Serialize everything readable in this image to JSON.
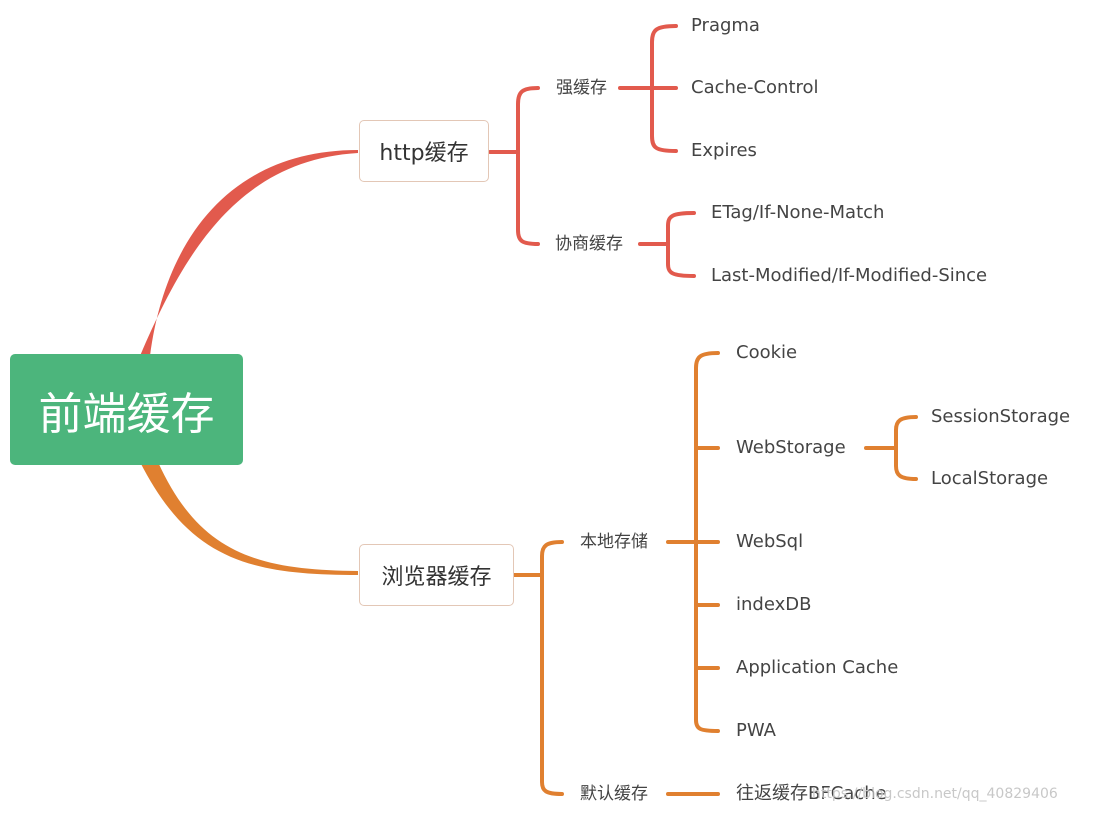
{
  "root": {
    "label": "前端缓存"
  },
  "colors": {
    "root": "#4cb57c",
    "http_branch": "#e25a4d",
    "browser_branch": "#e08030"
  },
  "http": {
    "label": "http缓存",
    "strong": {
      "label": "强缓存",
      "children": [
        "Pragma",
        "Cache-Control",
        "Expires"
      ]
    },
    "negotiated": {
      "label": "协商缓存",
      "children": [
        "ETag/If-None-Match",
        "Last-Modified/If-Modified-Since"
      ]
    }
  },
  "browser": {
    "label": "浏览器缓存",
    "local": {
      "label": "本地存储",
      "children": [
        "Cookie",
        "WebStorage",
        "WebSql",
        "indexDB",
        "Application Cache",
        "PWA"
      ],
      "webstorage_children": [
        "SessionStorage",
        "LocalStorage"
      ]
    },
    "default": {
      "label": "默认缓存",
      "children": [
        "往返缓存BFCache"
      ]
    }
  },
  "watermark": "https://blog.csdn.net/qq_40829406"
}
